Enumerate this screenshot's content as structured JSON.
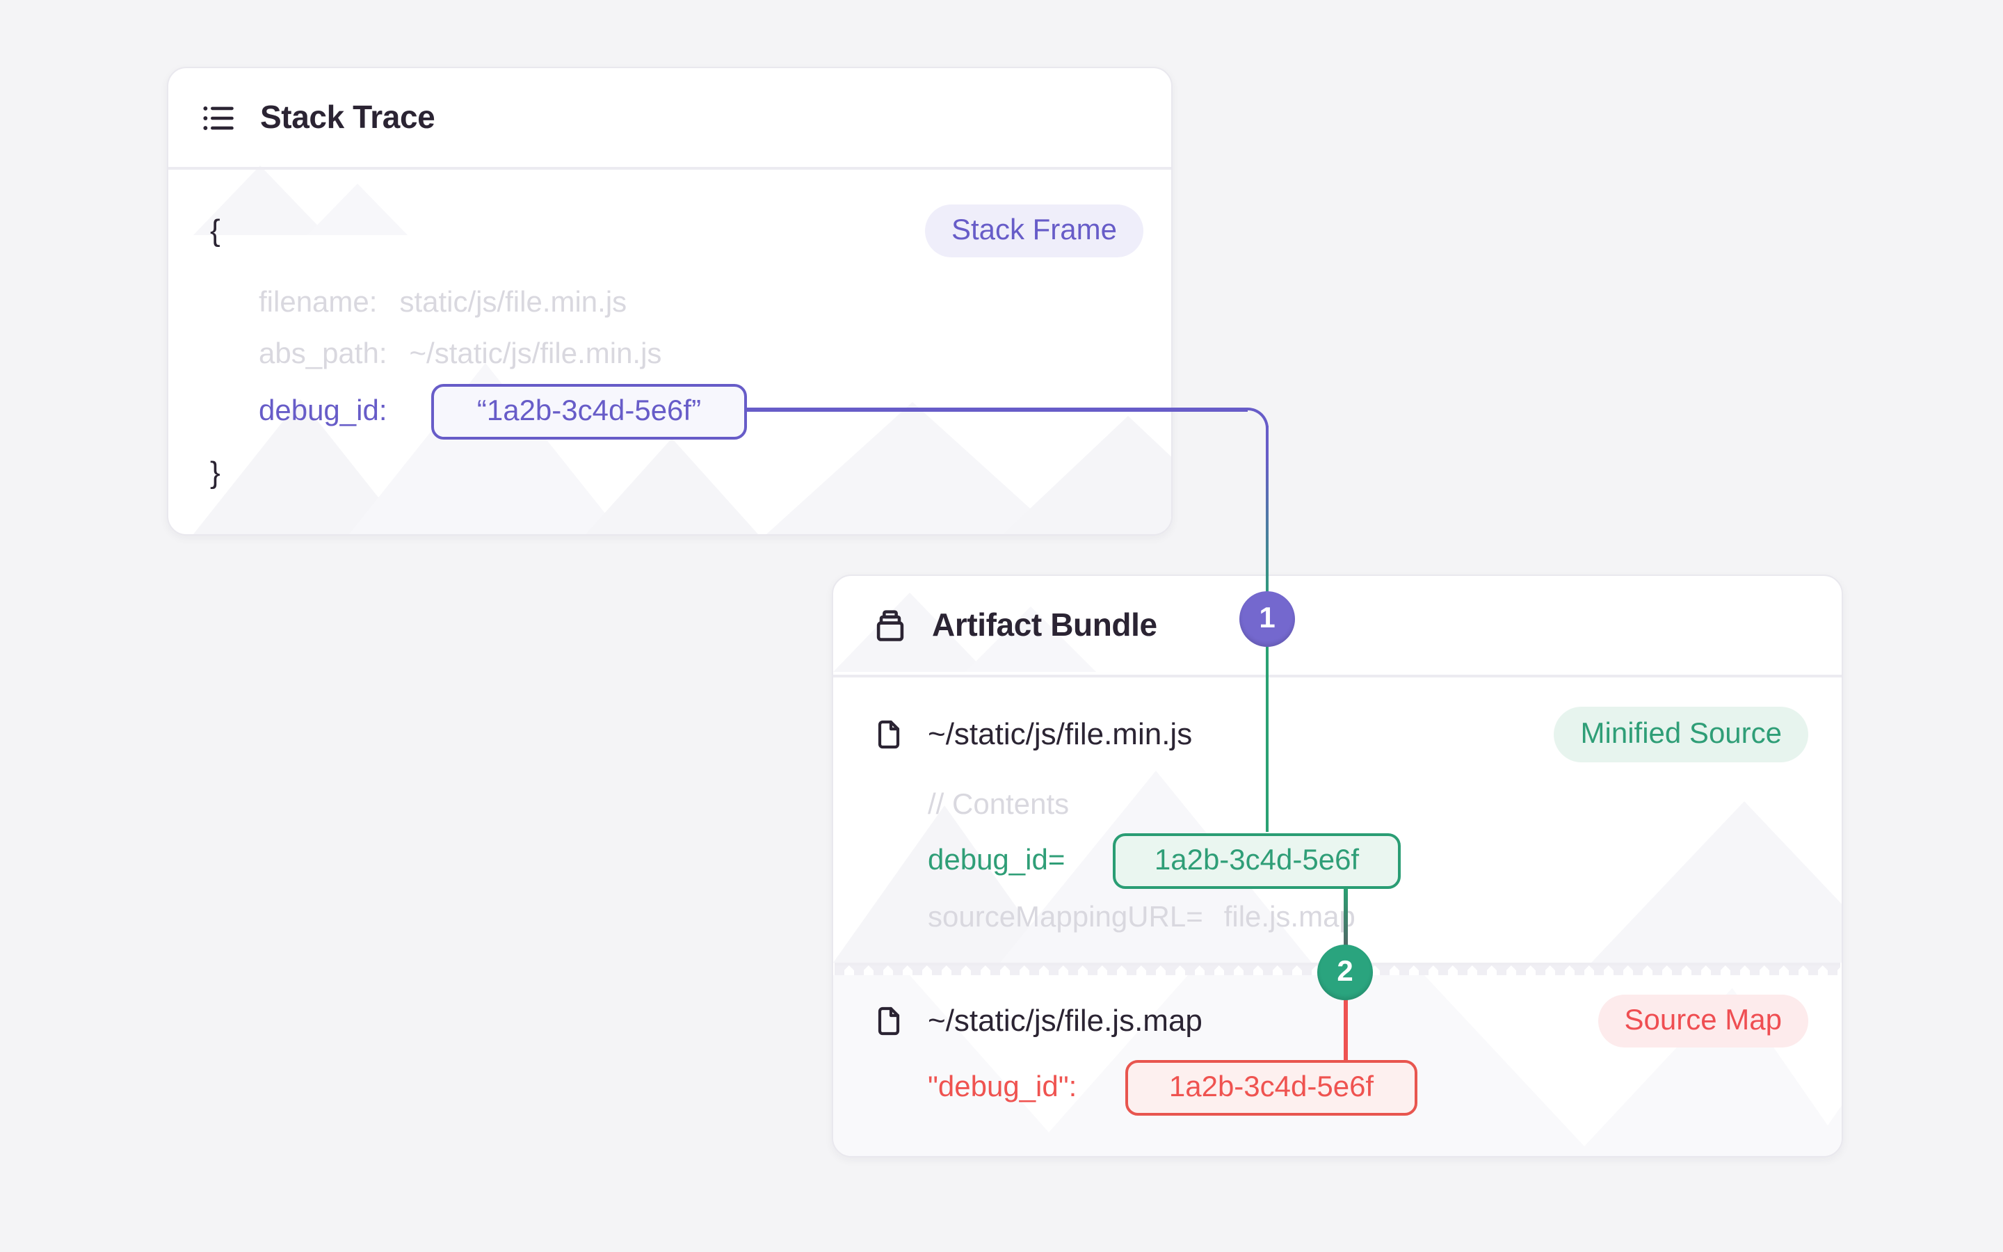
{
  "stack_card": {
    "icon": "list-icon",
    "title": "Stack Trace",
    "badge_label": "Stack Frame",
    "open_brace": "{",
    "close_brace": "}",
    "rows": [
      {
        "label": "filename:",
        "value": "static/js/file.min.js"
      },
      {
        "label": "abs_path:",
        "value": "~/static/js/file.min.js"
      },
      {
        "label": "debug_id:",
        "value": "“1a2b-3c4d-5e6f”"
      }
    ]
  },
  "artifact_card": {
    "icon": "archive-icon",
    "title": "Artifact Bundle",
    "files": [
      {
        "icon": "file-icon",
        "name": "~/static/js/file.min.js",
        "badge": "Minified Source",
        "comment": "// Contents",
        "debug_label": "debug_id=",
        "debug_value": "1a2b-3c4d-5e6f",
        "sourcemap_label": "sourceMappingURL=",
        "sourcemap_value": "file.js.map"
      },
      {
        "icon": "file-icon",
        "name": "~/static/js/file.js.map",
        "badge": "Source Map",
        "debug_label": "\"debug_id\":",
        "debug_value": "1a2b-3c4d-5e6f"
      }
    ]
  },
  "connectors": {
    "badge1": "1",
    "badge2": "2"
  },
  "colors": {
    "accent_purple": "#675cc8",
    "accent_green": "#2a9d74",
    "accent_red": "#ee5352",
    "badge1_fill": "#7468ce",
    "badge2_fill": "#2aa47e",
    "text_dark": "#2b2433",
    "text_muted": "#d9d8df",
    "page_bg": "#f4f4f6"
  }
}
